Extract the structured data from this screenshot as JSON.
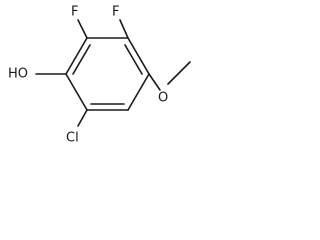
{
  "molecule": {
    "atoms": {
      "f_left": "F",
      "f_right": "F",
      "hydroxyl": "HO",
      "methoxy_oxygen": "O",
      "chlorine": "Cl"
    }
  }
}
